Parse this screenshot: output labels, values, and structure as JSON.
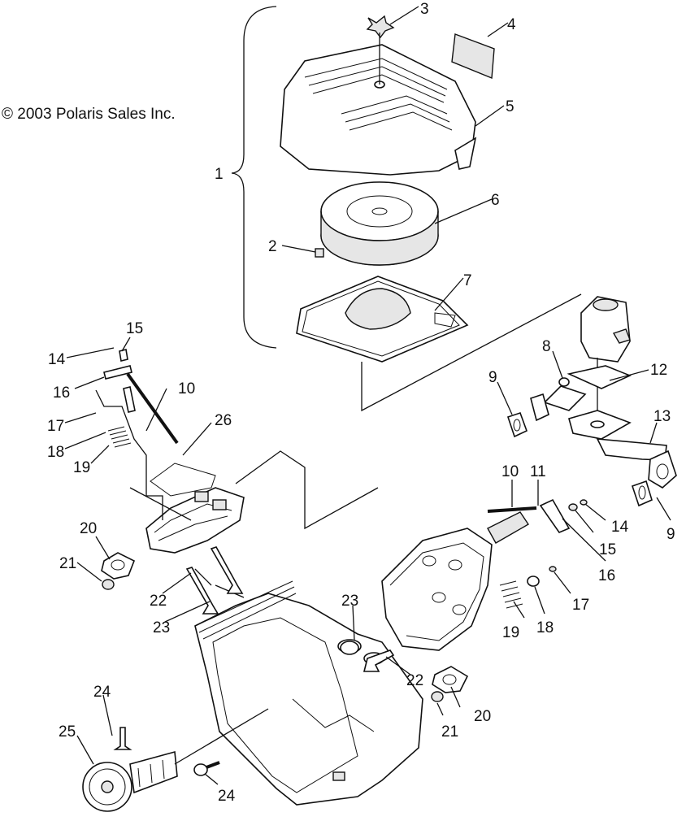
{
  "copyright": "© 2003 Polaris Sales Inc.",
  "callouts": {
    "c1": "1",
    "c2": "2",
    "c3": "3",
    "c4": "4",
    "c5": "5",
    "c6": "6",
    "c7": "7",
    "c8": "8",
    "c9a": "9",
    "c9b": "9",
    "c10a": "10",
    "c10b": "10",
    "c11": "11",
    "c12": "12",
    "c13": "13",
    "c14a": "14",
    "c14b": "14",
    "c15a": "15",
    "c15b": "15",
    "c16a": "16",
    "c16b": "16",
    "c17a": "17",
    "c17b": "17",
    "c18a": "18",
    "c18b": "18",
    "c19a": "19",
    "c19b": "19",
    "c20a": "20",
    "c20b": "20",
    "c21a": "21",
    "c21b": "21",
    "c22a": "22",
    "c22b": "22",
    "c23a": "23",
    "c23b": "23",
    "c24a": "24",
    "c24b": "24",
    "c25": "25",
    "c26": "26"
  }
}
